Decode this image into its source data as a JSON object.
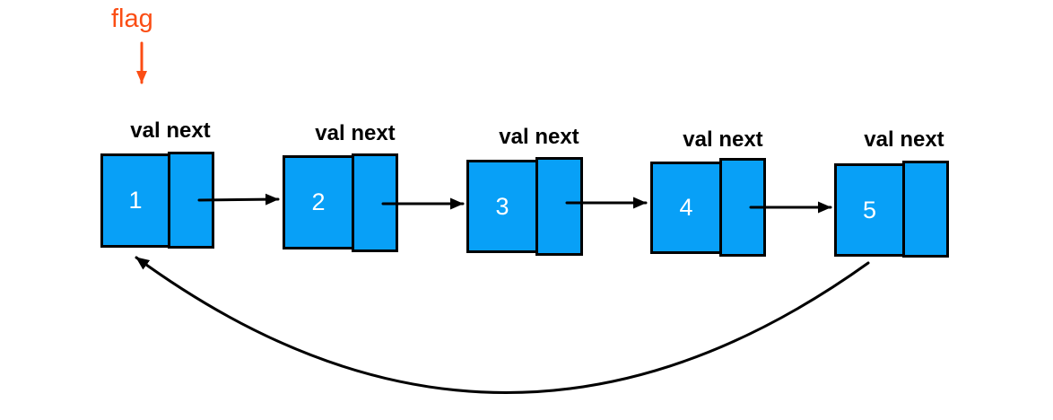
{
  "flag": {
    "label": "flag",
    "points_to_node": "1"
  },
  "nodes": [
    {
      "fields": "val next",
      "value": "1"
    },
    {
      "fields": "val next",
      "value": "2"
    },
    {
      "fields": "val next",
      "value": "3"
    },
    {
      "fields": "val next",
      "value": "4"
    },
    {
      "fields": "val next",
      "value": "5"
    }
  ],
  "structure": {
    "type": "circular-singly-linked-list",
    "edges": [
      [
        "1",
        "2"
      ],
      [
        "2",
        "3"
      ],
      [
        "3",
        "4"
      ],
      [
        "4",
        "5"
      ],
      [
        "5",
        "1"
      ]
    ]
  },
  "colors": {
    "node-fill": "#08A0F7",
    "outline": "#000000",
    "arrow": "#000000",
    "flag": "#FB4D14",
    "value-text": "#FFFFFF",
    "label-text": "#000000",
    "background": "#FFFFFF"
  }
}
